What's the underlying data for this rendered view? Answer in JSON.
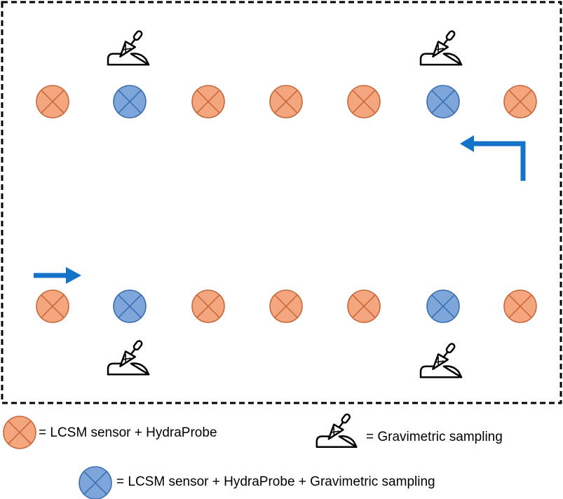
{
  "colors": {
    "lcsm_fill": "#F4A77F",
    "lcsm_stroke": "#C9693B",
    "combo_fill": "#7FA6DB",
    "combo_stroke": "#3A6FB0",
    "arrow": "#1473C8",
    "frame": "#000000"
  },
  "rows": {
    "top": [
      "lcsm",
      "combo",
      "lcsm",
      "lcsm",
      "lcsm",
      "combo",
      "lcsm"
    ],
    "bottom": [
      "lcsm",
      "combo",
      "lcsm",
      "lcsm",
      "lcsm",
      "combo",
      "lcsm"
    ]
  },
  "icons": {
    "marker_icon": "crossed-circle",
    "sampling_icon": "trowel-soil-icon",
    "arrow_icon": "arrow-icon"
  },
  "legend": {
    "lcsm_label": "= LCSM sensor + HydraProbe",
    "gravimetric_label": "= Gravimetric sampling",
    "combo_label": "= LCSM sensor + HydraProbe  + Gravimetric sampling"
  }
}
